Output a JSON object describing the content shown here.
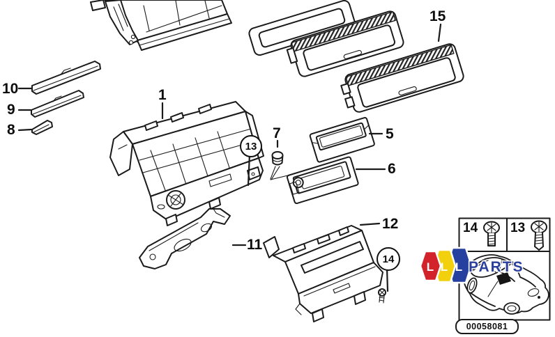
{
  "diagram": {
    "description": "exploded parts diagram - storing partition / center console compartments",
    "callouts": {
      "n1": "1",
      "n5": "5",
      "n6": "6",
      "n7": "7",
      "n8": "8",
      "n9": "9",
      "n10": "10",
      "n11": "11",
      "n12": "12",
      "n15": "15",
      "c13": "13",
      "c14": "14"
    }
  },
  "inset": {
    "fasteners": [
      {
        "ref": "14",
        "icon": "screw-short-icon"
      },
      {
        "ref": "13",
        "icon": "screw-long-icon"
      }
    ],
    "location_icon": "car-part-location-icon",
    "plate_number": "00058081"
  },
  "logo": {
    "badges": [
      {
        "letter": "L",
        "color": "#d2232a"
      },
      {
        "letter": "L",
        "color": "#f2d00e"
      },
      {
        "letter": "L",
        "color": "#2640a0"
      }
    ],
    "wordmark": "PARTS",
    "wordmark_color": "#2b3f9e"
  },
  "colors": {
    "line": "#1a1a1a",
    "background": "#ffffff"
  }
}
